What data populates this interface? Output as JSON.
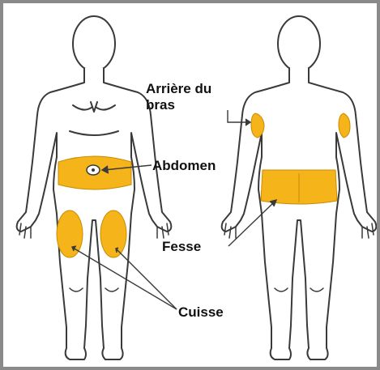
{
  "labels": {
    "back_of_arm": "Arrière du bras",
    "abdomen": "Abdomen",
    "buttock": "Fesse",
    "thigh": "Cuisse"
  },
  "colors": {
    "injection_zone": "#f4b41a",
    "outline": "#3a3a3a",
    "frame": "#8a8a8a"
  },
  "figures": [
    "front-view",
    "back-view"
  ]
}
